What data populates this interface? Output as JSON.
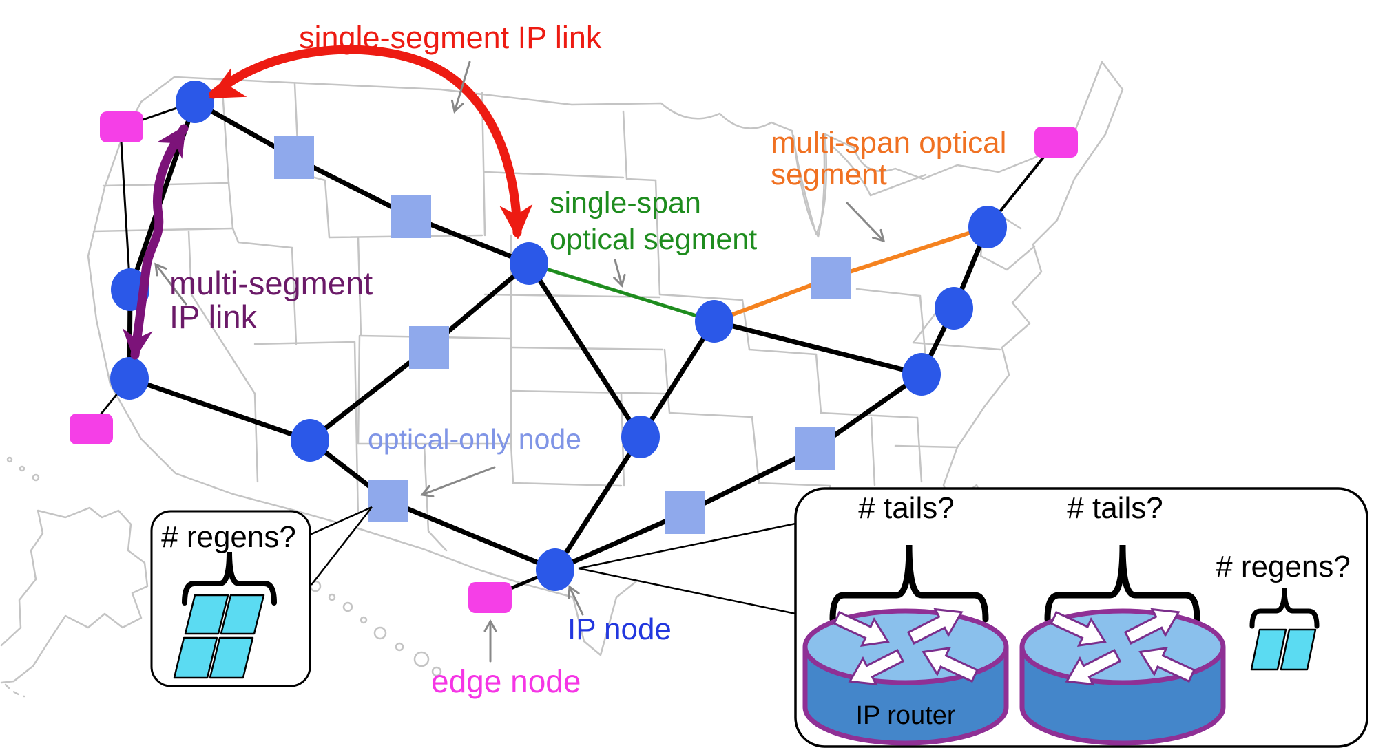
{
  "diagram": {
    "title_hint": "IP-over-optical network topology with regenerators and tails",
    "labels": {
      "single_segment_ip_link": "single-segment IP link",
      "multi_segment_line1": "multi-segment",
      "multi_segment_line2": "IP link",
      "single_span_line1": "single-span",
      "single_span_line2": "optical segment",
      "multi_span_line1": "multi-span optical",
      "multi_span_line2": "segment",
      "optical_only_node": "optical-only node",
      "ip_node": "IP node",
      "edge_node": "edge node"
    },
    "callout_regens": {
      "title": "# regens?"
    },
    "callout_routers": {
      "tails_label_1": "# tails?",
      "tails_label_2": "# tails?",
      "regens_label": "# regens?",
      "router_label": "IP router"
    },
    "colors": {
      "ip_node_fill": "#2B58E8",
      "optical_node_fill": "#8FA9EC",
      "edge_node_fill": "#F53FE7",
      "single_segment_link": "#ED1B12",
      "multi_segment_link": "#7C1379",
      "single_span_segment": "#1E8C1E",
      "multi_span_segment": "#F5821F",
      "fiber_link": "#000000",
      "map_outline": "#C4C4C4",
      "label_optical_only": "#8095E6",
      "label_ip_node": "#2237DE",
      "label_edge_node": "#F535E5",
      "label_multi_segment": "#6B1A68",
      "tail_circle": "#6A0D72",
      "router_top": "#8AC0EC",
      "router_body": "#4486CA",
      "router_outline": "#8F3095",
      "regen_fill": "#5BDBF2",
      "annotation_arrow": "#888888"
    },
    "icons": {
      "ip-node-icon": "blue filled circle",
      "optical-only-node-icon": "periwinkle filled square",
      "edge-node-icon": "magenta rounded rectangle",
      "regen-icon": "cyan skewed panel",
      "tail-icon": "dark purple ellipse",
      "ip-router-icon": "cylinder with four crossing arrows",
      "brace-icon": "curly brace",
      "arrow-icon": "gray annotation arrow"
    }
  }
}
